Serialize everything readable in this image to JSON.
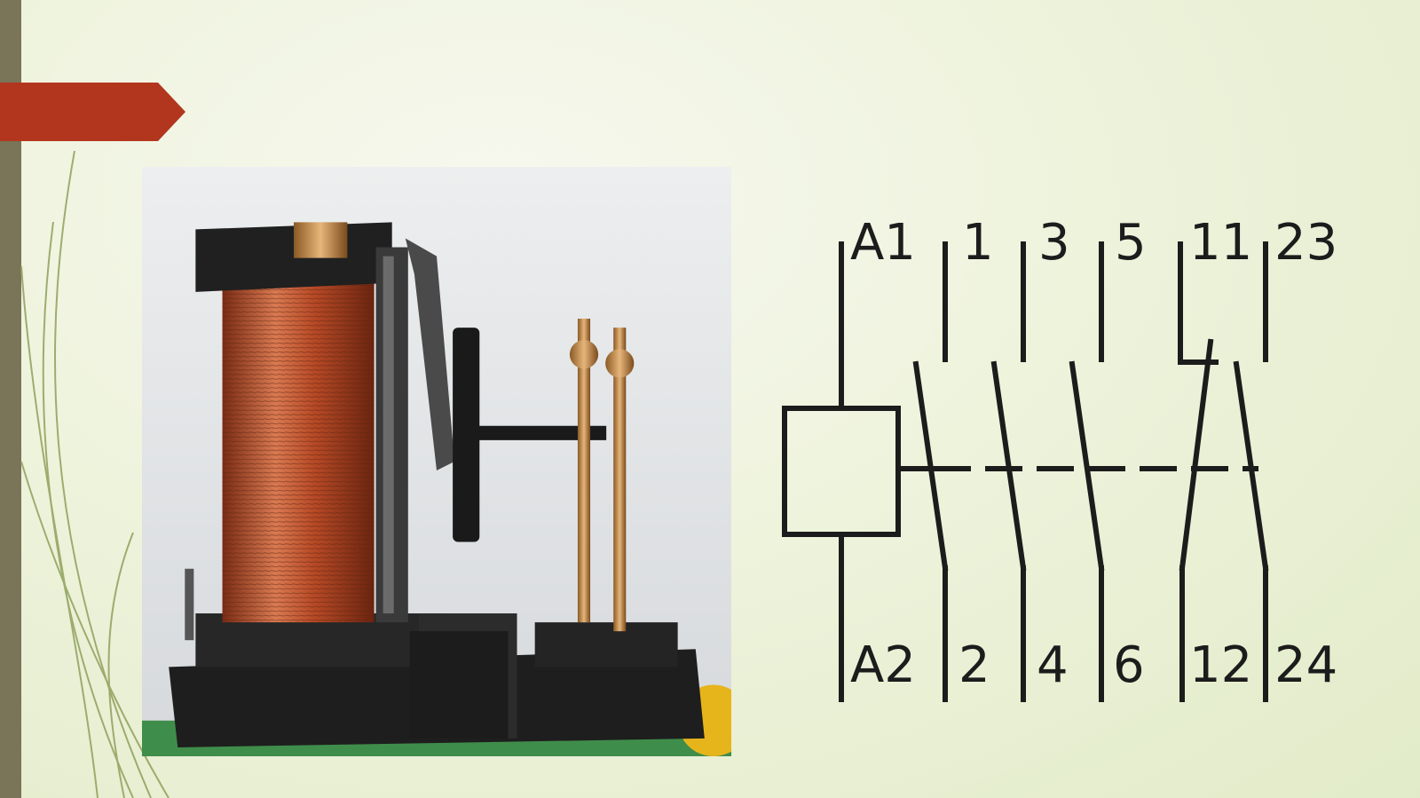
{
  "slide": {
    "accent_color": "#b2361e",
    "left_bar_color": "#7a7458"
  },
  "photo": {
    "subject": "relay with copper coil",
    "coil_color": "#c25a36"
  },
  "schematic": {
    "line_color": "#1c1c1c",
    "coil_terminals": {
      "top": "A1",
      "bottom": "A2"
    },
    "contacts": [
      {
        "top": "1",
        "bottom": "2"
      },
      {
        "top": "3",
        "bottom": "4"
      },
      {
        "top": "5",
        "bottom": "6"
      },
      {
        "top": "11",
        "bottom": "12"
      },
      {
        "top": "23",
        "bottom": "24"
      }
    ]
  }
}
